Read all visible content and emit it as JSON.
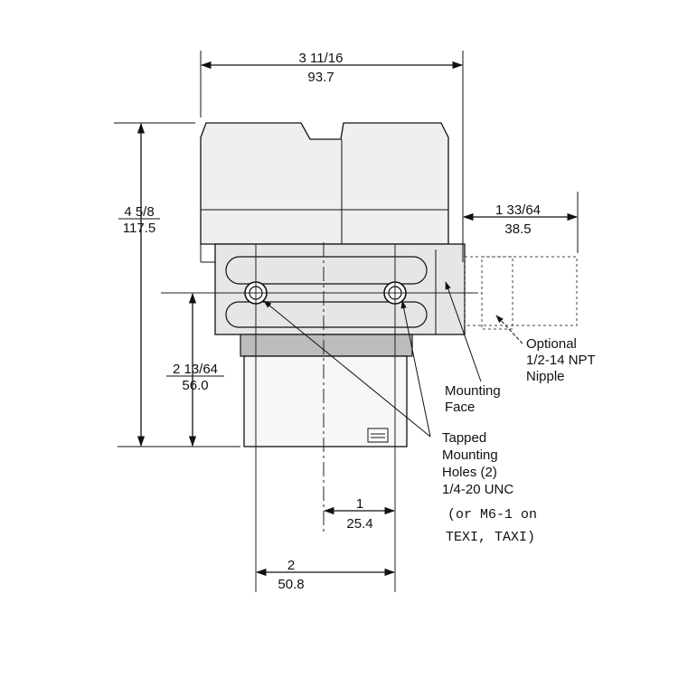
{
  "dimensions": {
    "width_top": {
      "imperial": "3 11/16",
      "metric": "93.7"
    },
    "height_total": {
      "imperial": "4 5/8",
      "metric": "117.5"
    },
    "nipple_extension": {
      "imperial": "1 33/64",
      "metric": "38.5"
    },
    "hole_height": {
      "imperial": "2 13/64",
      "metric": "56.0"
    },
    "center_offset": {
      "imperial": "1",
      "metric": "25.4"
    },
    "hole_spacing": {
      "imperial": "2",
      "metric": "50.8"
    }
  },
  "labels": {
    "nipple": [
      "Optional",
      "1/2-14 NPT",
      "Nipple"
    ],
    "mounting_face": [
      "Mounting",
      "Face"
    ],
    "tapped_holes": [
      "Tapped",
      "Mounting",
      "Holes (2)",
      "1/4-20 UNC"
    ],
    "alt_thread": [
      "(or M6-1 on",
      "TEXI, TAXI)"
    ]
  },
  "colors": {
    "housing": "#efefef",
    "bracket": "#e6e6e6",
    "body": "#f7f7f7",
    "band": "#bcbcbc",
    "outline": "#111111"
  }
}
